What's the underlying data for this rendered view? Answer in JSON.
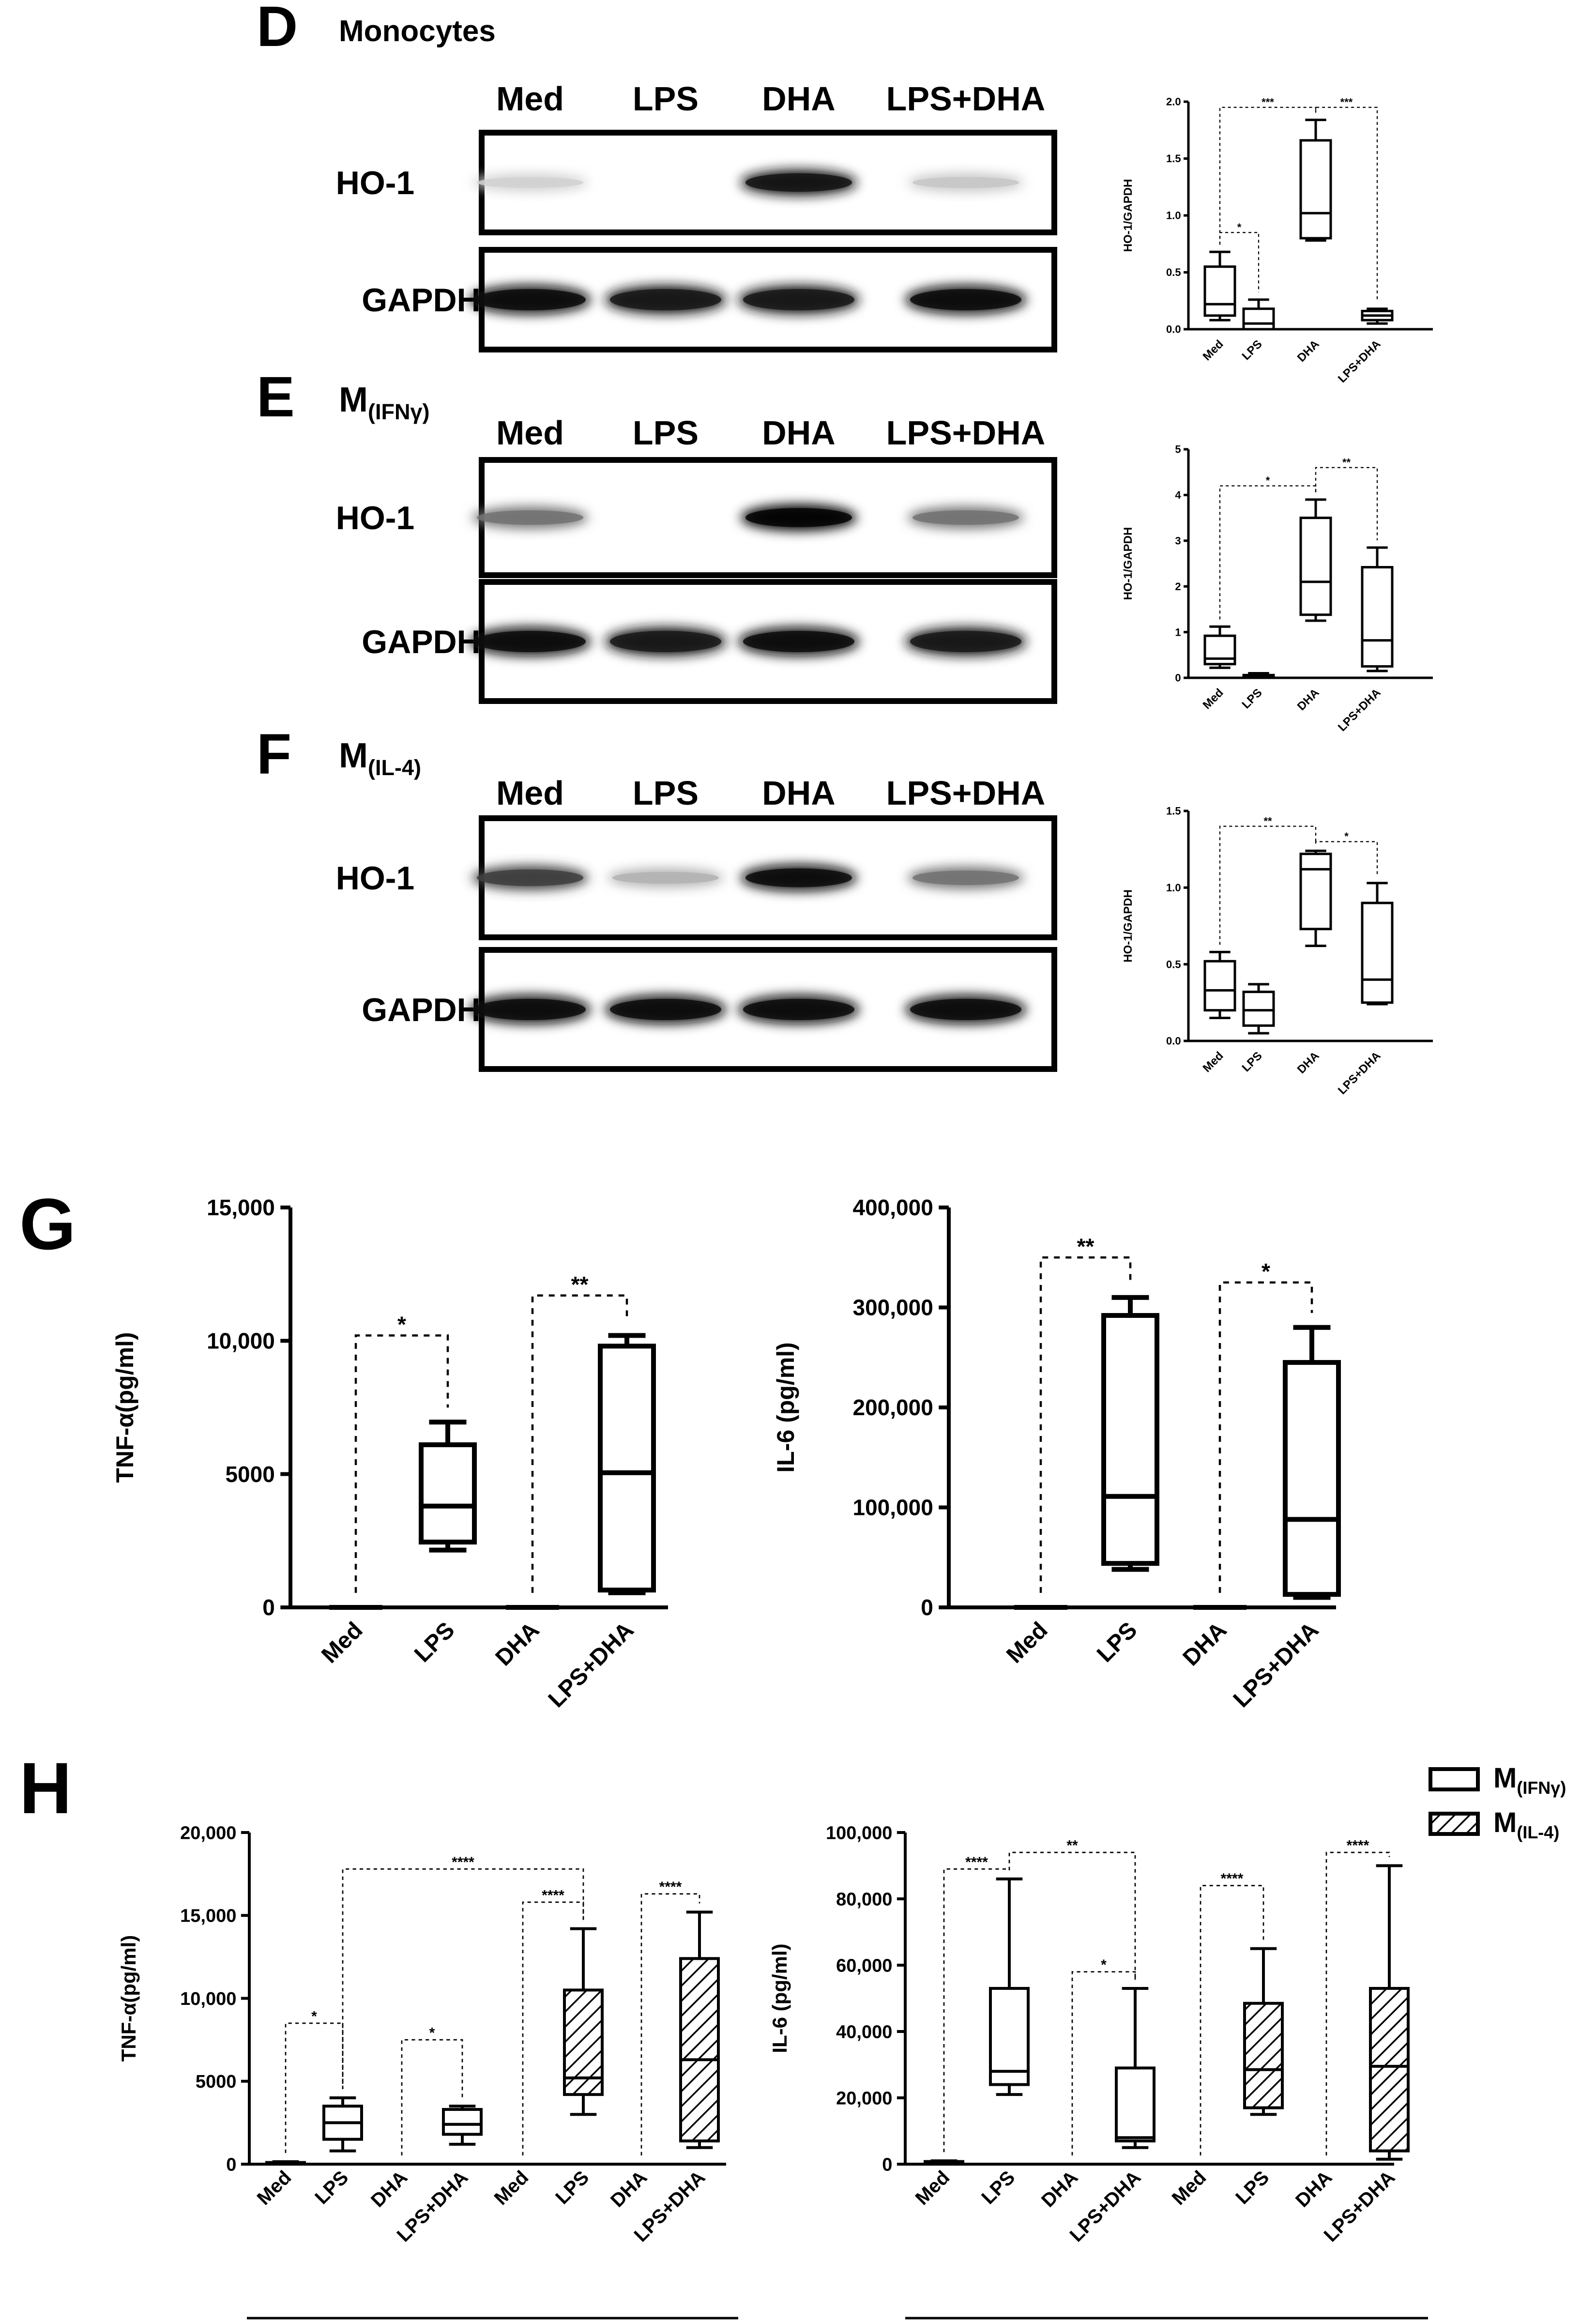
{
  "panels": {
    "D": {
      "letter": "D",
      "cell": {
        "main": "Monocytes",
        "sub": ""
      },
      "lanes": [
        "Med",
        "LPS",
        "DHA",
        "LPS+DHA"
      ],
      "rows": [
        "HO-1",
        "GAPDH"
      ],
      "bands": {
        "ho1": [
          0.18,
          0.02,
          0.92,
          0.22
        ],
        "gapdh": [
          0.95,
          0.9,
          0.9,
          0.95
        ]
      }
    },
    "E": {
      "letter": "E",
      "cell": {
        "main": "M",
        "sub": "(IFNγ)"
      },
      "lanes": [
        "Med",
        "LPS",
        "DHA",
        "LPS+DHA"
      ],
      "rows": [
        "HO-1",
        "GAPDH"
      ],
      "bands": {
        "ho1": [
          0.55,
          0.02,
          0.98,
          0.55
        ],
        "gapdh": [
          0.95,
          0.9,
          0.95,
          0.9
        ]
      }
    },
    "F": {
      "letter": "F",
      "cell": {
        "main": "M",
        "sub": "(IL-4)"
      },
      "lanes": [
        "Med",
        "LPS",
        "DHA",
        "LPS+DHA"
      ],
      "rows": [
        "HO-1",
        "GAPDH"
      ],
      "bands": {
        "ho1": [
          0.75,
          0.3,
          0.95,
          0.55
        ],
        "gapdh": [
          0.95,
          0.95,
          0.95,
          0.95
        ]
      }
    },
    "G": {
      "letter": "G"
    },
    "H": {
      "letter": "H"
    }
  },
  "legend": {
    "items": [
      {
        "main": "M",
        "sub": "(IFNγ)",
        "pattern": "open"
      },
      {
        "main": "M",
        "sub": "(IL-4)",
        "pattern": "hatched"
      }
    ]
  },
  "chart_data": [
    {
      "id": "D-box",
      "type": "boxplot",
      "ylabel": "HO-1/GAPDH",
      "ylim": [
        0,
        2.0
      ],
      "yticks": [
        "0.0",
        "0.5",
        "1.0",
        "1.5",
        "2.0"
      ],
      "ytick_values": [
        0,
        0.5,
        1.0,
        1.5,
        2.0
      ],
      "categories": [
        "Med",
        "LPS",
        "DHA",
        "LPS+DHA"
      ],
      "boxes": [
        {
          "min": 0.08,
          "q1": 0.12,
          "median": 0.22,
          "q3": 0.55,
          "max": 0.68
        },
        {
          "min": 0.0,
          "q1": 0.0,
          "median": 0.05,
          "q3": 0.18,
          "max": 0.26
        },
        {
          "min": 0.78,
          "q1": 0.8,
          "median": 1.02,
          "q3": 1.66,
          "max": 1.84
        },
        {
          "min": 0.05,
          "q1": 0.08,
          "median": 0.12,
          "q3": 0.16,
          "max": 0.18
        }
      ],
      "significance": [
        {
          "from": 0,
          "to": 2,
          "label": "***"
        },
        {
          "from": 0,
          "to": 1,
          "label": "*"
        },
        {
          "from": 2,
          "to": 3,
          "label": "***"
        }
      ]
    },
    {
      "id": "E-box",
      "type": "boxplot",
      "ylabel": "HO-1/GAPDH",
      "ylim": [
        0,
        5
      ],
      "yticks": [
        "0",
        "1",
        "2",
        "3",
        "4",
        "5"
      ],
      "ytick_values": [
        0,
        1,
        2,
        3,
        4,
        5
      ],
      "categories": [
        "Med",
        "LPS",
        "DHA",
        "LPS+DHA"
      ],
      "boxes": [
        {
          "min": 0.22,
          "q1": 0.3,
          "median": 0.42,
          "q3": 0.92,
          "max": 1.12
        },
        {
          "min": 0.0,
          "q1": 0.0,
          "median": 0.02,
          "q3": 0.06,
          "max": 0.1
        },
        {
          "min": 1.25,
          "q1": 1.38,
          "median": 2.1,
          "q3": 3.5,
          "max": 3.9
        },
        {
          "min": 0.15,
          "q1": 0.25,
          "median": 0.82,
          "q3": 2.42,
          "max": 2.85
        }
      ],
      "significance": [
        {
          "from": 0,
          "to": 2,
          "label": "*"
        },
        {
          "from": 2,
          "to": 3,
          "label": "**"
        }
      ]
    },
    {
      "id": "F-box",
      "type": "boxplot",
      "ylabel": "HO-1/GAPDH",
      "ylim": [
        0,
        1.5
      ],
      "yticks": [
        "0.0",
        "0.5",
        "1.0",
        "1.5"
      ],
      "ytick_values": [
        0,
        0.5,
        1.0,
        1.5
      ],
      "categories": [
        "Med",
        "LPS",
        "DHA",
        "LPS+DHA"
      ],
      "boxes": [
        {
          "min": 0.15,
          "q1": 0.2,
          "median": 0.33,
          "q3": 0.52,
          "max": 0.58
        },
        {
          "min": 0.05,
          "q1": 0.1,
          "median": 0.2,
          "q3": 0.32,
          "max": 0.37
        },
        {
          "min": 0.62,
          "q1": 0.73,
          "median": 1.12,
          "q3": 1.22,
          "max": 1.24
        },
        {
          "min": 0.24,
          "q1": 0.25,
          "median": 0.4,
          "q3": 0.9,
          "max": 1.03
        }
      ],
      "significance": [
        {
          "from": 0,
          "to": 2,
          "label": "**"
        },
        {
          "from": 2,
          "to": 3,
          "label": "*"
        }
      ]
    },
    {
      "id": "G-tnf",
      "type": "boxplot",
      "ylabel": "TNF-α(pg/ml)",
      "ylim": [
        0,
        15000
      ],
      "yticks": [
        "0",
        "5000",
        "10,000",
        "15,000"
      ],
      "ytick_values": [
        0,
        5000,
        10000,
        15000
      ],
      "categories": [
        "Med",
        "LPS",
        "DHA",
        "LPS+DHA"
      ],
      "boxes": [
        {
          "min": 0,
          "q1": 0,
          "median": 0,
          "q3": 0,
          "max": 0
        },
        {
          "min": 2150,
          "q1": 2450,
          "median": 3800,
          "q3": 6100,
          "max": 6950
        },
        {
          "min": 0,
          "q1": 0,
          "median": 0,
          "q3": 0,
          "max": 0
        },
        {
          "min": 550,
          "q1": 650,
          "median": 5050,
          "q3": 9800,
          "max": 10200
        }
      ],
      "significance": [
        {
          "from": 0,
          "to": 1,
          "label": "*"
        },
        {
          "from": 2,
          "to": 3,
          "label": "**"
        }
      ]
    },
    {
      "id": "G-il6",
      "type": "boxplot",
      "ylabel": "IL-6 (pg/ml)",
      "ylim": [
        0,
        400000
      ],
      "yticks": [
        "0",
        "100,000",
        "200,000",
        "300,000",
        "400,000"
      ],
      "ytick_values": [
        0,
        100000,
        200000,
        300000,
        400000
      ],
      "categories": [
        "Med",
        "LPS",
        "DHA",
        "LPS+DHA"
      ],
      "boxes": [
        {
          "min": 0,
          "q1": 0,
          "median": 0,
          "q3": 0,
          "max": 0
        },
        {
          "min": 38000,
          "q1": 44000,
          "median": 111000,
          "q3": 292000,
          "max": 310000
        },
        {
          "min": 0,
          "q1": 0,
          "median": 0,
          "q3": 0,
          "max": 0
        },
        {
          "min": 10000,
          "q1": 13000,
          "median": 88000,
          "q3": 245000,
          "max": 280000
        }
      ],
      "significance": [
        {
          "from": 0,
          "to": 1,
          "label": "**"
        },
        {
          "from": 2,
          "to": 3,
          "label": "*"
        }
      ]
    },
    {
      "id": "H-tnf",
      "type": "boxplot",
      "ylabel": "TNF-α(pg/ml)",
      "ylim": [
        0,
        20000
      ],
      "yticks": [
        "0",
        "5000",
        "10,000",
        "15,000",
        "20,000"
      ],
      "ytick_values": [
        0,
        5000,
        10000,
        15000,
        20000
      ],
      "categories": [
        "Med",
        "LPS",
        "DHA",
        "LPS+DHA",
        "Med",
        "LPS",
        "DHA",
        "LPS+DHA"
      ],
      "groups": [
        {
          "main": "M",
          "sub": "(IFNγ)",
          "span": [
            0,
            3
          ]
        },
        {
          "main": "M",
          "sub": "(IL-4)",
          "span": [
            4,
            7
          ]
        }
      ],
      "boxes": [
        {
          "min": 0,
          "q1": 0,
          "median": 0,
          "q3": 100,
          "max": 150,
          "pattern": "open"
        },
        {
          "min": 800,
          "q1": 1500,
          "median": 2500,
          "q3": 3500,
          "max": 4000,
          "pattern": "open"
        },
        {
          "min": 0,
          "q1": 0,
          "median": 0,
          "q3": 0,
          "max": 0,
          "pattern": "open"
        },
        {
          "min": 1200,
          "q1": 1800,
          "median": 2400,
          "q3": 3300,
          "max": 3500,
          "pattern": "open"
        },
        {
          "min": 0,
          "q1": 0,
          "median": 0,
          "q3": 0,
          "max": 0,
          "pattern": "hatched"
        },
        {
          "min": 3000,
          "q1": 4200,
          "median": 5200,
          "q3": 10500,
          "max": 14200,
          "pattern": "hatched"
        },
        {
          "min": 0,
          "q1": 0,
          "median": 0,
          "q3": 0,
          "max": 0,
          "pattern": "hatched"
        },
        {
          "min": 1000,
          "q1": 1400,
          "median": 6300,
          "q3": 12400,
          "max": 15200,
          "pattern": "hatched"
        }
      ],
      "significance": [
        {
          "from": 0,
          "to": 1,
          "label": "*"
        },
        {
          "from": 2,
          "to": 3,
          "label": "*"
        },
        {
          "from": 1,
          "to": 5,
          "label": "****"
        },
        {
          "from": 4,
          "to": 5,
          "label": "****"
        },
        {
          "from": 6,
          "to": 7,
          "label": "****"
        }
      ]
    },
    {
      "id": "H-il6",
      "type": "boxplot",
      "ylabel": "IL-6 (pg/ml)",
      "ylim": [
        0,
        100000
      ],
      "yticks": [
        "0",
        "20,000",
        "40,000",
        "60,000",
        "80,000",
        "100,000"
      ],
      "ytick_values": [
        0,
        20000,
        40000,
        60000,
        80000,
        100000
      ],
      "categories": [
        "Med",
        "LPS",
        "DHA",
        "LPS+DHA",
        "Med",
        "LPS",
        "DHA",
        "LPS+DHA"
      ],
      "groups": [
        {
          "main": "M",
          "sub": "(IFNγ)",
          "span": [
            0,
            3
          ]
        },
        {
          "main": "M",
          "sub": "(IL-4)",
          "span": [
            4,
            7
          ]
        }
      ],
      "boxes": [
        {
          "min": 0,
          "q1": 0,
          "median": 500,
          "q3": 800,
          "max": 1000,
          "pattern": "open"
        },
        {
          "min": 21000,
          "q1": 24000,
          "median": 28000,
          "q3": 53000,
          "max": 86000,
          "pattern": "open"
        },
        {
          "min": 0,
          "q1": 0,
          "median": 0,
          "q3": 0,
          "max": 0,
          "pattern": "open"
        },
        {
          "min": 5000,
          "q1": 7000,
          "median": 8000,
          "q3": 29000,
          "max": 53000,
          "pattern": "open"
        },
        {
          "min": 0,
          "q1": 0,
          "median": 0,
          "q3": 0,
          "max": 0,
          "pattern": "hatched"
        },
        {
          "min": 15000,
          "q1": 17000,
          "median": 28500,
          "q3": 48500,
          "max": 65000,
          "pattern": "hatched"
        },
        {
          "min": 0,
          "q1": 0,
          "median": 0,
          "q3": 0,
          "max": 0,
          "pattern": "hatched"
        },
        {
          "min": 1500,
          "q1": 4000,
          "median": 29500,
          "q3": 53000,
          "max": 90000,
          "pattern": "hatched"
        }
      ],
      "significance": [
        {
          "from": 0,
          "to": 1,
          "label": "****"
        },
        {
          "from": 1,
          "to": 3,
          "label": "**"
        },
        {
          "from": 2,
          "to": 3,
          "label": "*"
        },
        {
          "from": 4,
          "to": 5,
          "label": "****"
        },
        {
          "from": 6,
          "to": 7,
          "label": "****"
        }
      ]
    }
  ]
}
